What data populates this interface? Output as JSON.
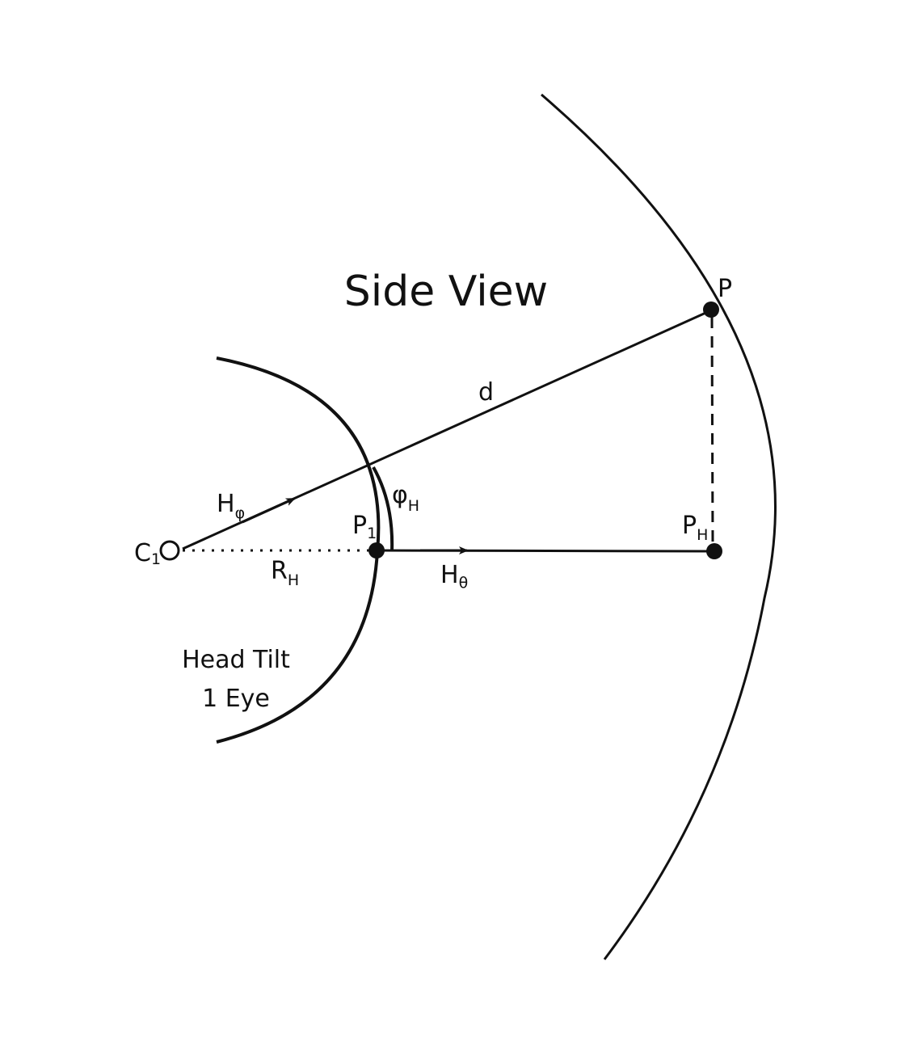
{
  "title": "Side View",
  "caption": {
    "line1": "Head Tilt",
    "line2": "1 Eye"
  },
  "labels": {
    "P": "P",
    "d": "d",
    "H_phi": {
      "main": "H",
      "sub": "φ"
    },
    "phi_H": {
      "main": "φ",
      "sub": "H"
    },
    "P1": {
      "main": "P",
      "sub": "1"
    },
    "PH": {
      "main": "P",
      "sub": "H"
    },
    "C1": {
      "main": "C",
      "sub": "1"
    },
    "R_H": {
      "main": "R",
      "sub": "H"
    },
    "H_theta": {
      "main": "H",
      "sub": "θ"
    }
  },
  "colors": {
    "stroke": "#111111",
    "background": "#ffffff"
  }
}
